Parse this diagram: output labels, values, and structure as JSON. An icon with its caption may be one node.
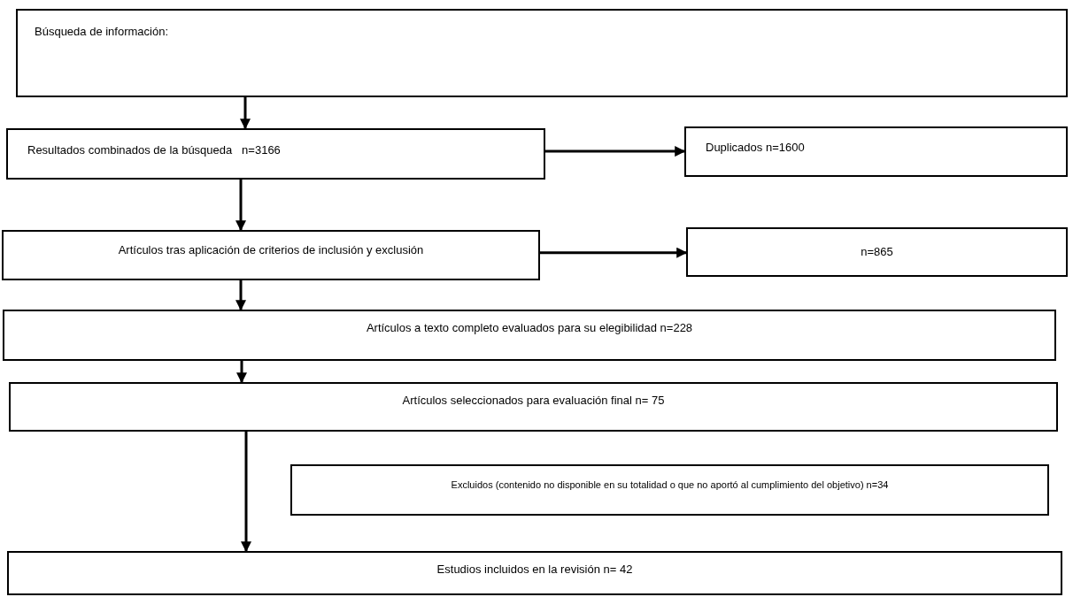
{
  "diagram": {
    "nodes": [
      {
        "text": [
          "Búsqueda de información:"
        ]
      },
      {
        "text": [
          "Resultados combinados de la búsqueda   n=3166"
        ]
      },
      {
        "text": [
          "Duplicados n=1600"
        ]
      },
      {
        "text": [
          "Artículos tras aplicación de criterios de inclusión y exclusión"
        ]
      },
      {
        "text": [
          "n=865"
        ]
      },
      {
        "text": [
          "Artículos a texto completo evaluados para su elegibilidad n=228"
        ]
      },
      {
        "text": [
          "Artículos seleccionados para evaluación final n= 75"
        ]
      },
      {
        "text": [
          "Excluidos (contenido no disponible en su totalidad o que no aportó al cumplimiento del objetivo) n=34"
        ]
      },
      {
        "text": [
          "Estudios incluidos en la revisión n= 42"
        ]
      }
    ],
    "edges": [
      {
        "from": 0,
        "to": 1,
        "arrow": "to"
      },
      {
        "from": 1,
        "to": 2,
        "arrow": "to"
      },
      {
        "from": 1,
        "to": 3,
        "arrow": "to"
      },
      {
        "from": 3,
        "to": 4,
        "arrow": "to"
      },
      {
        "from": 3,
        "to": 5,
        "arrow": "to"
      },
      {
        "from": 5,
        "to": 6,
        "arrow": "to"
      },
      {
        "from": 6,
        "to": 8,
        "arrow": "to"
      }
    ]
  }
}
